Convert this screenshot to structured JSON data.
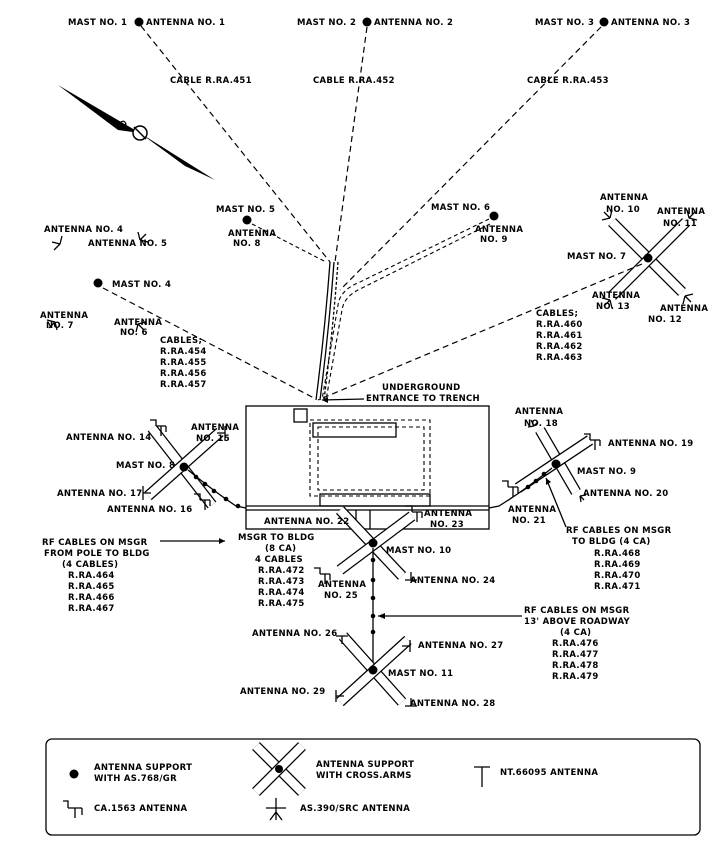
{
  "masts": {
    "m1": "MAST NO. 1",
    "m2": "MAST NO. 2",
    "m3": "MAST NO. 3",
    "m4": "MAST NO. 4",
    "m5": "MAST NO. 5",
    "m6": "MAST NO. 6",
    "m7": "MAST NO. 7",
    "m8": "MAST NO. 8",
    "m9": "MAST NO. 9",
    "m10": "MAST NO. 10",
    "m11": "MAST NO. 11"
  },
  "antennas": {
    "a1": "ANTENNA NO. 1",
    "a2": "ANTENNA NO. 2",
    "a3": "ANTENNA NO. 3",
    "a4": "ANTENNA NO. 4",
    "a5": "ANTENNA NO. 5",
    "a6": "NO. 6",
    "a7": "NO. 7",
    "a8": "NO. 8",
    "a9": "NO. 9",
    "a10": "NO. 10",
    "a11": "NO. 11",
    "a12": "NO. 12",
    "a13": "NO. 13",
    "a14": "ANTENNA NO. 14",
    "a15": "NO. 15",
    "a16": "ANTENNA NO. 16",
    "a17": "ANTENNA NO. 17",
    "a18": "NO. 18",
    "a19": "ANTENNA NO. 19",
    "a20": "ANTENNA NO. 20",
    "a21": "NO. 21",
    "a22": "ANTENNA NO. 22",
    "a23": "NO. 23",
    "a24": "ANTENNA NO. 24",
    "a25": "NO. 25",
    "a26": "ANTENNA NO. 26",
    "a27": "ANTENNA NO. 27",
    "a28": "ANTENNA NO. 28",
    "a29": "ANTENNA NO. 29",
    "word": "ANTENNA"
  },
  "cables": {
    "c451": "CABLE R.RA.451",
    "c452": "CABLE R.RA.452",
    "c453": "CABLE R.RA.453",
    "group_left": {
      "title": "CABLES;",
      "items": [
        "R.RA.454",
        "R.RA.455",
        "R.RA.456",
        "R.RA.457"
      ]
    },
    "group_right": {
      "title": "CABLES;",
      "items": [
        "R.RA.460",
        "R.RA.461",
        "R.RA.462",
        "R.RA.463"
      ]
    }
  },
  "trench": {
    "line1": "UNDERGROUND",
    "line2": "ENTRANCE TO TRENCH"
  },
  "rf_left": {
    "lines": [
      "RF CABLES ON MSGR",
      "FROM POLE TO BLDG",
      "(4 CABLES)",
      "R.RA.464",
      "R.RA.465",
      "R.RA.466",
      "R.RA.467"
    ]
  },
  "msgr_bldg": {
    "lines": [
      "MSGR TO BLDG",
      "(8 CA)",
      "4 CABLES",
      "R.RA.472",
      "R.RA.473",
      "R.RA.474",
      "R.RA.475"
    ]
  },
  "rf_right": {
    "lines": [
      "RF CABLES ON MSGR",
      "TO BLDG (4 CA)",
      "R.RA.468",
      "R.RA.469",
      "R.RA.470",
      "R.RA.471"
    ]
  },
  "rf_road": {
    "lines": [
      "RF CABLES ON MSGR",
      "13' ABOVE ROADWAY",
      "(4 CA)",
      "R.RA.476",
      "R.RA.477",
      "R.RA.478",
      "R.RA.479"
    ]
  },
  "legend": {
    "support_line1": "ANTENNA SUPPORT",
    "support_line2": "WITH AS.768/GR",
    "cross_line1": "ANTENNA SUPPORT",
    "cross_line2": "WITH CROSS.ARMS",
    "nt": "NT.66095 ANTENNA",
    "ca": "CA.1563 ANTENNA",
    "as": "AS.390/SRC ANTENNA"
  }
}
